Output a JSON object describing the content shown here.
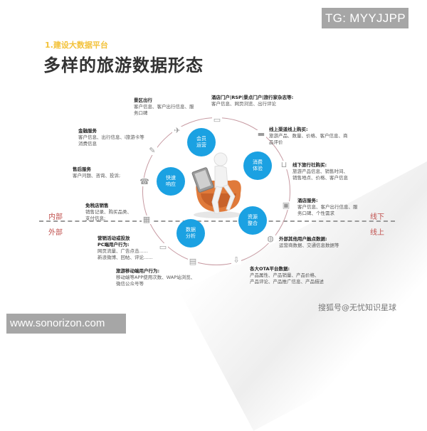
{
  "badges": {
    "tg": "TG: MYYJJPP",
    "site": "www.sonorizon.com",
    "watermark": "搜狐号@无忧知识星球"
  },
  "header": {
    "subtitle": "1.建设大数据平台",
    "title": "多样的旅游数据形态"
  },
  "zones": {
    "internal": "内部",
    "external": "外部",
    "offline": "线下",
    "online": "线上"
  },
  "colors": {
    "accent_yellow": "#f3c23a",
    "bubble_blue": "#1ba1e2",
    "zone_red": "#c0504d",
    "ring": "#c79aa2",
    "chair_orange": "#e07a3a"
  },
  "bubbles": [
    {
      "line1": "会员",
      "line2": "运营"
    },
    {
      "line1": "消费",
      "line2": "体验"
    },
    {
      "line1": "快速",
      "line2": "响应"
    },
    {
      "line1": "资源",
      "line2": "整合"
    },
    {
      "line1": "数据",
      "line2": "分析"
    }
  ],
  "blocks": [
    {
      "id": "scenic",
      "title": "景区出行",
      "lines": [
        "客户信息、客户出行信息、服",
        "务口碑"
      ]
    },
    {
      "id": "portal",
      "title": "酒店门户|RSP|景点门户|旅行家杂志等:",
      "lines": [
        "客户信息、网页浏览、出行评论"
      ]
    },
    {
      "id": "finance",
      "title": "金融服务",
      "lines": [
        "客户信息、出行信息、i旅游卡等",
        "消费信息"
      ]
    },
    {
      "id": "online-purchase",
      "title": "线上渠道线上购买:",
      "lines": [
        "旅游产品、数量、价格、客户信息、商",
        "品评价"
      ]
    },
    {
      "id": "aftersales",
      "title": "售后服务",
      "lines": [
        "客户问题、咨询、投诉;"
      ]
    },
    {
      "id": "agency-purchase",
      "title": "线下旅行社购买:",
      "lines": [
        "旅游产品信息、销售时间、",
        "销售地点、价格、客户信息"
      ]
    },
    {
      "id": "dutyfree",
      "title": "免税店销售",
      "lines": [
        "销售记录、购买品类、",
        "支付信息;"
      ]
    },
    {
      "id": "hotel",
      "title": "酒店服务:",
      "lines": [
        "客户信息、客户出行信息、服",
        "务口碑、个性需求"
      ]
    },
    {
      "id": "marketing-pc",
      "title": "营销活动或投放",
      "title2": "PC端用户行为:",
      "lines": [
        "网页流量、广告点击......",
        "新浪微博、回帖、评论......"
      ]
    },
    {
      "id": "external-touch",
      "title": "外部其他用户触点数据:",
      "lines": [
        "运营商数据、交通信息数据等"
      ]
    },
    {
      "id": "mobile",
      "title": "旅游移动端用户行为:",
      "lines": [
        "移动端等APP使用次数、WAP站浏览、",
        "微信公众号等"
      ]
    },
    {
      "id": "ota",
      "title": "各大OTA平台数据:",
      "lines": [
        "产品属性、产品销量、产品价格、",
        "产品评论、产品推广信息、产品描述"
      ]
    }
  ],
  "icons": [
    {
      "name": "airplane-icon",
      "glyph": "✈"
    },
    {
      "name": "browser-icon",
      "glyph": "▭"
    },
    {
      "name": "wrench-icon",
      "glyph": "✎"
    },
    {
      "name": "card-icon",
      "glyph": "▬"
    },
    {
      "name": "phone-icon",
      "glyph": "☎"
    },
    {
      "name": "basket-icon",
      "glyph": "⊔"
    },
    {
      "name": "register-icon",
      "glyph": "▦"
    },
    {
      "name": "hotel-sign-icon",
      "glyph": "▣"
    },
    {
      "name": "monitor-icon",
      "glyph": "▭"
    },
    {
      "name": "globe-icon",
      "glyph": "◍"
    },
    {
      "name": "calculator-icon",
      "glyph": "▤"
    },
    {
      "name": "download-icon",
      "glyph": "⇩"
    }
  ]
}
